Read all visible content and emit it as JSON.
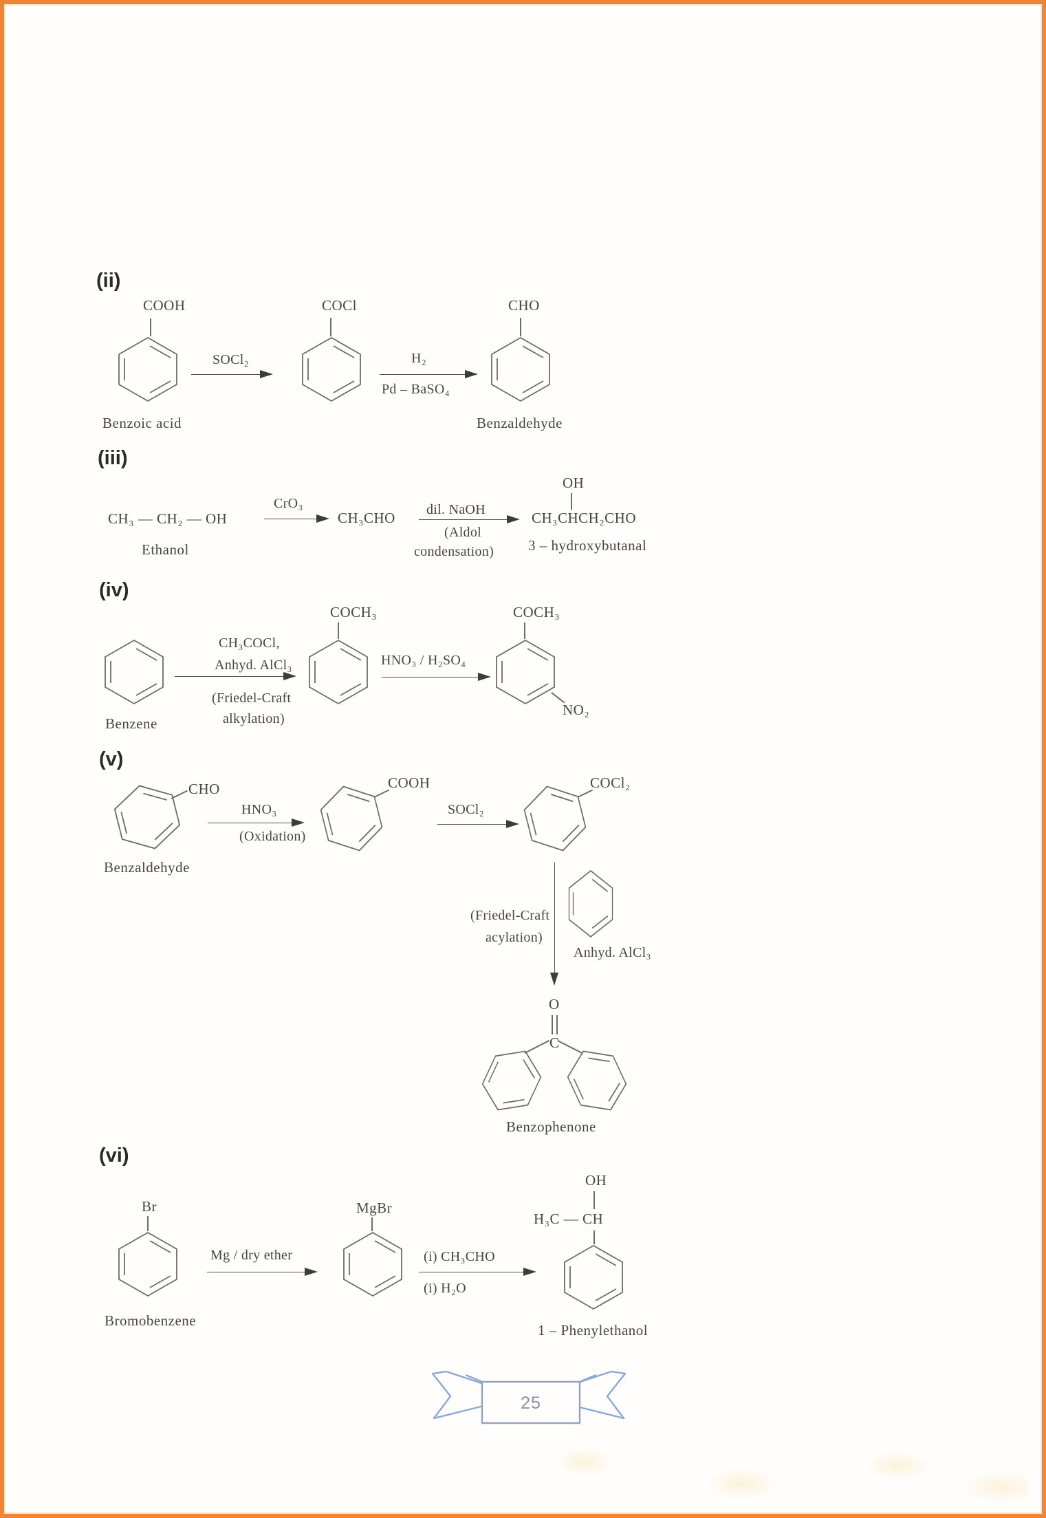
{
  "page": {
    "number": "25"
  },
  "colors": {
    "border": "#f08438",
    "ribbon_stroke": "#8aa8d2",
    "ink": "#4a443f"
  },
  "sections": {
    "ii": {
      "label": "(ii)",
      "reactant_sub": "COOH",
      "reactant_name": "Benzoic acid",
      "arrow1_above": "SOCl₂",
      "intermediate_sub": "COCl",
      "arrow2_above": "H₂",
      "arrow2_below": "Pd – BaSO₄",
      "product_sub": "CHO",
      "product_name": "Benzaldehyde"
    },
    "iii": {
      "label": "(iii)",
      "reactant_formula": "CH₃ — CH₂ — OH",
      "reactant_name": "Ethanol",
      "arrow1_above": "CrO₃",
      "intermediate_formula": "CH₃CHO",
      "arrow2_above": "dil. NaOH",
      "arrow2_below_line1": "(Aldol",
      "arrow2_below_line2": "condensation)",
      "product_oh": "OH",
      "product_formula": "CH₃CHCH₂CHO",
      "product_name": "3 – hydroxybutanal"
    },
    "iv": {
      "label": "(iv)",
      "reactant_name": "Benzene",
      "arrow1_above_line1": "CH₃COCl,",
      "arrow1_above_line2": "Anhyd. AlCl₃",
      "arrow1_below_line1": "(Friedel-Craft",
      "arrow1_below_line2": "alkylation)",
      "intermediate_sub": "COCH₃",
      "arrow2_above": "HNO₃ / H₂SO₄",
      "product_sub_top": "COCH₃",
      "product_sub_meta": "NO₂"
    },
    "v": {
      "label": "(v)",
      "reactant_sub": "CHO",
      "reactant_name": "Benzaldehyde",
      "arrow1_above": "HNO₃",
      "arrow1_below": "(Oxidation)",
      "intermediate1_sub": "COOH",
      "arrow2_above": "SOCl₂",
      "intermediate2_sub": "COCl₂",
      "varrow_left_line1": "(Friedel-Craft",
      "varrow_left_line2": "acylation)",
      "varrow_right": "Anhyd. AlCl₃",
      "carbonyl_o": "O",
      "carbonyl_c": "C",
      "product_name": "Benzophenone"
    },
    "vi": {
      "label": "(vi)",
      "reactant_sub": "Br",
      "reactant_name": "Bromobenzene",
      "arrow1_above": "Mg / dry ether",
      "intermediate_sub": "MgBr",
      "arrow2_above": "(i)  CH₃CHO",
      "arrow2_below": "(i)  H₂O",
      "product_oh": "OH",
      "product_chain": "H₃C — CH",
      "product_name": "1 – Phenylethanol"
    }
  }
}
